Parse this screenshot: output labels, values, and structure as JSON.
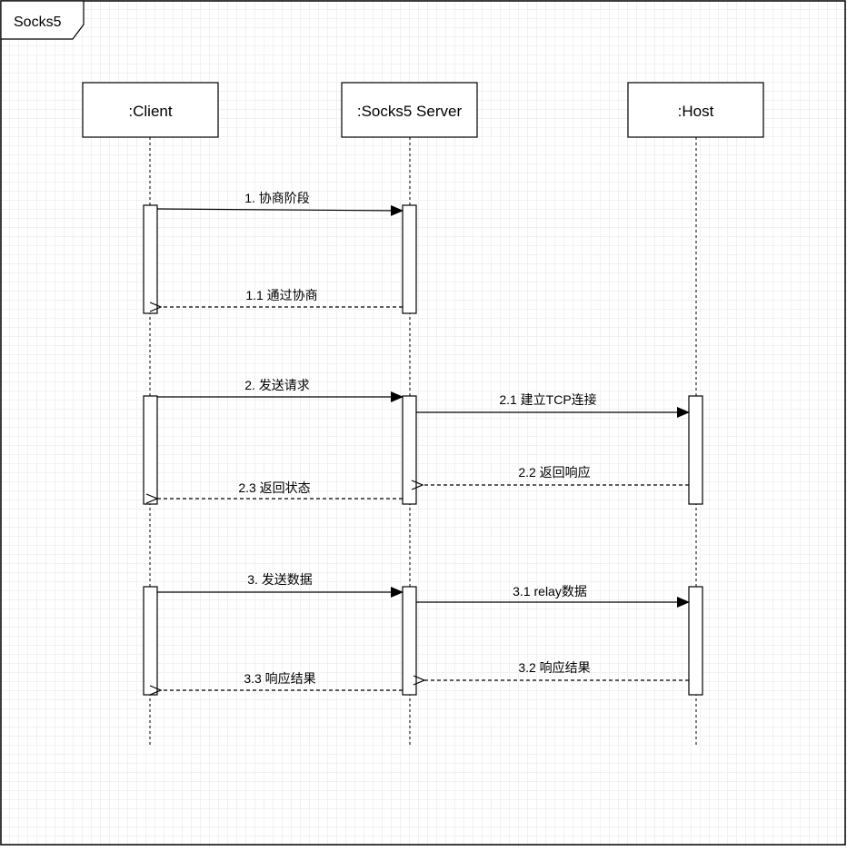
{
  "frame": {
    "title": "Socks5"
  },
  "participants": [
    {
      "id": "client",
      "name": ":Client"
    },
    {
      "id": "server",
      "name": ":Socks5 Server"
    },
    {
      "id": "host",
      "name": ":Host"
    }
  ],
  "messages": [
    {
      "id": "m1",
      "label": "1. 协商阶段",
      "from": "client",
      "to": "server",
      "kind": "sync"
    },
    {
      "id": "m1-1",
      "label": "1.1 通过协商",
      "from": "server",
      "to": "client",
      "kind": "return"
    },
    {
      "id": "m2",
      "label": "2. 发送请求",
      "from": "client",
      "to": "server",
      "kind": "sync"
    },
    {
      "id": "m2-1",
      "label": "2.1 建立TCP连接",
      "from": "server",
      "to": "host",
      "kind": "sync"
    },
    {
      "id": "m2-2",
      "label": "2.2 返回响应",
      "from": "host",
      "to": "server",
      "kind": "return"
    },
    {
      "id": "m2-3",
      "label": "2.3 返回状态",
      "from": "server",
      "to": "client",
      "kind": "return"
    },
    {
      "id": "m3",
      "label": "3. 发送数据",
      "from": "client",
      "to": "server",
      "kind": "sync"
    },
    {
      "id": "m3-1",
      "label": "3.1 relay数据",
      "from": "server",
      "to": "host",
      "kind": "sync"
    },
    {
      "id": "m3-2",
      "label": "3.2 响应结果",
      "from": "host",
      "to": "server",
      "kind": "return"
    },
    {
      "id": "m3-3",
      "label": "3.3 响应结果",
      "from": "server",
      "to": "client",
      "kind": "return"
    }
  ]
}
